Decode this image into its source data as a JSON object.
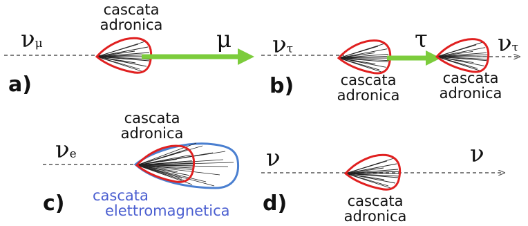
{
  "panels": [
    {
      "tag": "a)",
      "incoming": {
        "base": "ν",
        "sub": "μ"
      },
      "label_top": "cascata",
      "label_bottom": "adronica",
      "track": {
        "base": "μ"
      }
    },
    {
      "tag": "b)",
      "incoming": {
        "base": "ν",
        "sub": "τ"
      },
      "label1_top": "cascata",
      "label1_bottom": "adronica",
      "track": {
        "base": "τ"
      },
      "label2_top": "cascata",
      "label2_bottom": "adronica",
      "outgoing": {
        "base": "ν",
        "sub": "τ"
      }
    },
    {
      "tag": "c)",
      "incoming": {
        "base": "ν",
        "sub": "e"
      },
      "label_top": "cascata",
      "label_bottom": "adronica",
      "em_top": "cascata",
      "em_bottom": "elettromagnetica"
    },
    {
      "tag": "d)",
      "incoming": {
        "base": "ν"
      },
      "label_top": "cascata",
      "label_bottom": "adronica",
      "outgoing": {
        "base": "ν"
      }
    }
  ],
  "colors": {
    "hadronic": "#e02020",
    "electromagnetic": "#4a7fd0",
    "lepton_track": "#7ccc3c",
    "neutrino_line": "#555555",
    "em_label": "#4a5ed0"
  }
}
